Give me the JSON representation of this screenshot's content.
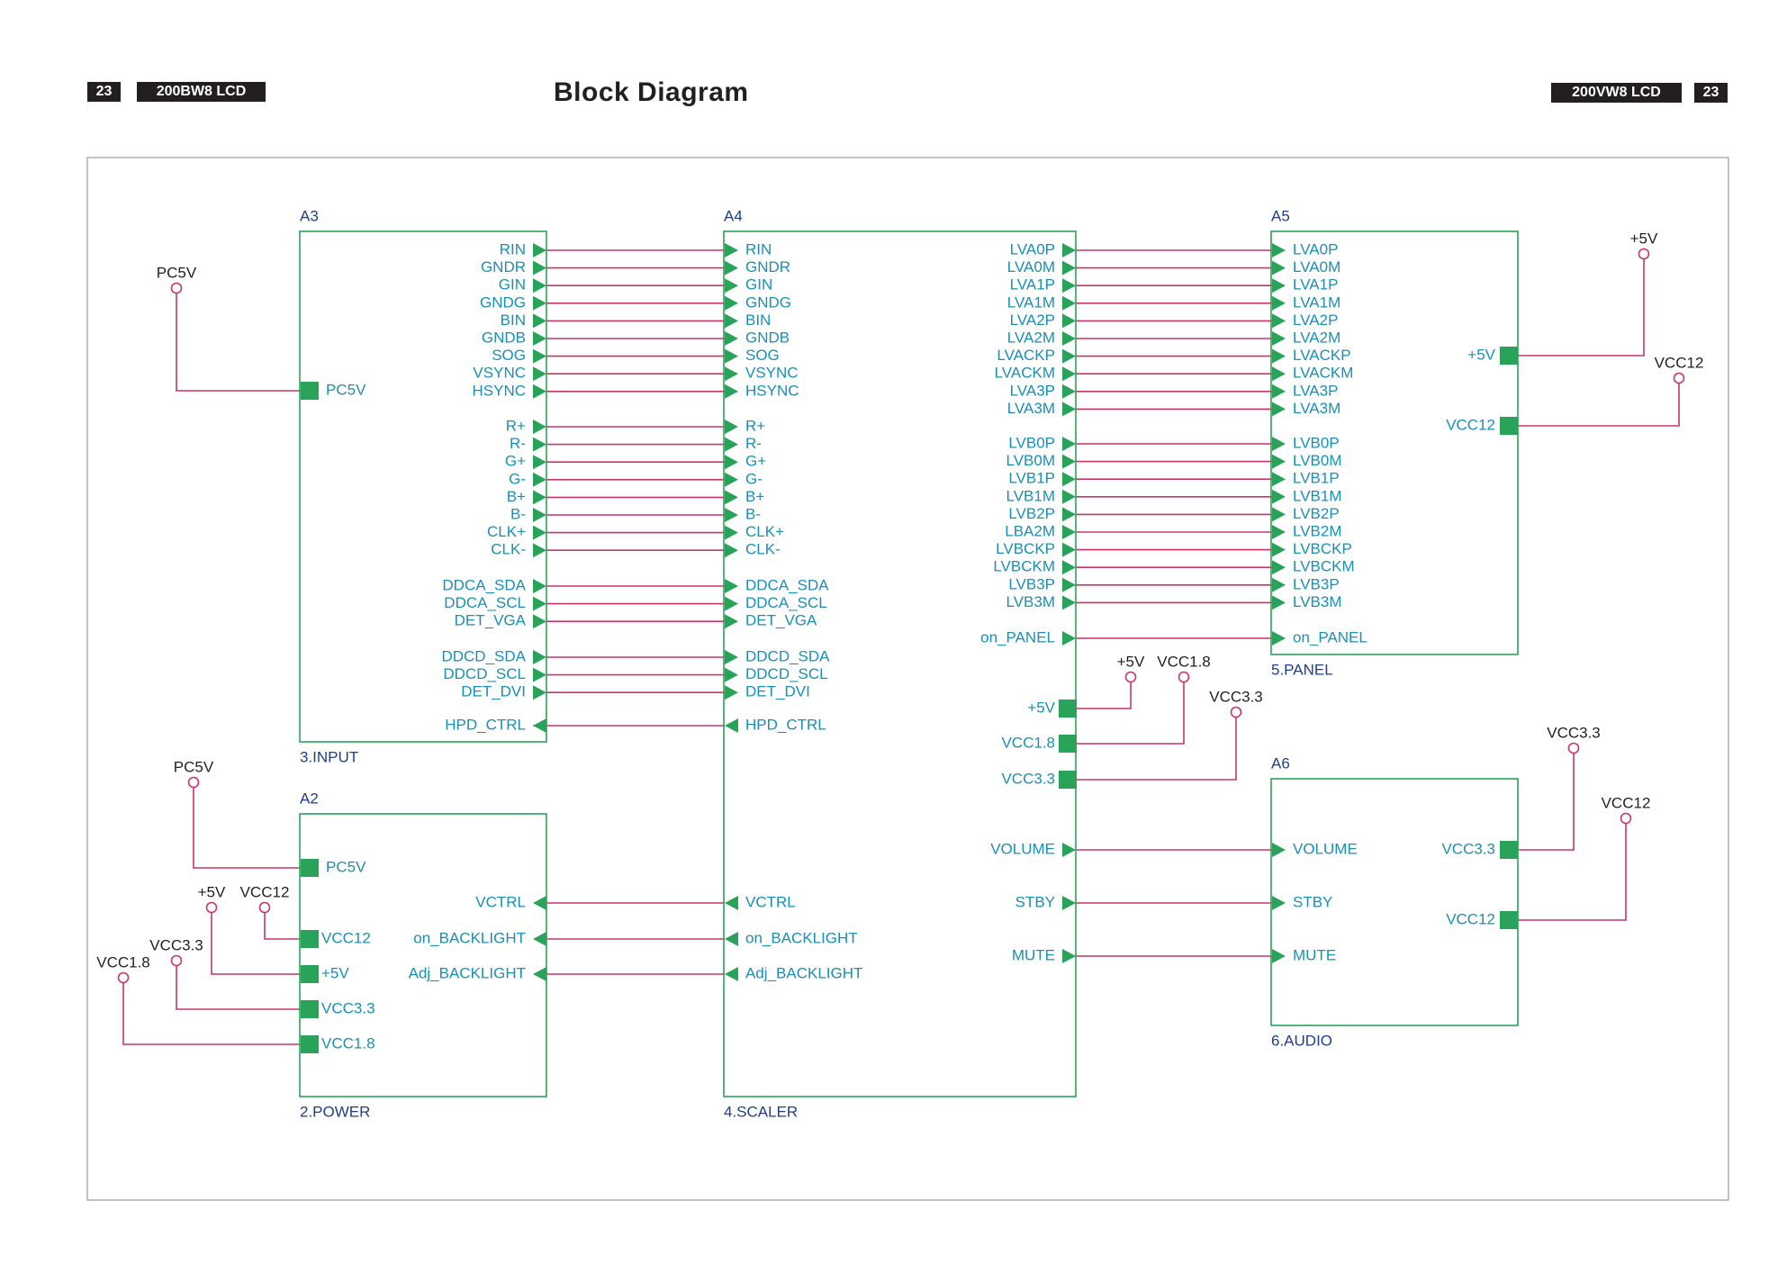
{
  "header": {
    "page_left": "23",
    "model_left": "200BW8 LCD",
    "title": "Block Diagram",
    "model_right": "200VW8 LCD",
    "page_right": "23"
  },
  "colors": {
    "pin": "#2aa35a",
    "wire": "#c8356b",
    "signal_text": "#1a8fb5",
    "block_border": "#2aa35a",
    "block_label": "#1f3d8f",
    "frame": "#999999"
  },
  "blocks": {
    "input": {
      "ref": "A3",
      "name": "3.INPUT"
    },
    "scaler": {
      "ref": "A4",
      "name": "4.SCALER"
    },
    "panel": {
      "ref": "A5",
      "name": "5.PANEL"
    },
    "power": {
      "ref": "A2",
      "name": "2.POWER"
    },
    "audio": {
      "ref": "A6",
      "name": "6.AUDIO"
    }
  },
  "input_scaler_signals": [
    "RIN",
    "GNDR",
    "GIN",
    "GNDG",
    "BIN",
    "GNDB",
    "SOG",
    "VSYNC",
    "HSYNC",
    "R+",
    "R-",
    "G+",
    "G-",
    "B+",
    "B-",
    "CLK+",
    "CLK-",
    "DDCA_SDA",
    "DDCA_SCL",
    "DET_VGA",
    "DDCD_SDA",
    "DDCD_SCL",
    "DET_DVI",
    "HPD_CTRL"
  ],
  "scaler_panel_left": [
    "LVA0P",
    "LVA0M",
    "LVA1P",
    "LVA1M",
    "LVA2P",
    "LVA2M",
    "LVACKP",
    "LVACKM",
    "LVA3P",
    "LVA3M",
    "LVB0P",
    "LVB0M",
    "LVB1P",
    "LVB1M",
    "LVB2P",
    "LBA2M",
    "LVBCKP",
    "LVBCKM",
    "LVB3P",
    "LVB3M",
    "on_PANEL"
  ],
  "scaler_panel_right": [
    "LVA0P",
    "LVA0M",
    "LVA1P",
    "LVA1M",
    "LVA2P",
    "LVA2M",
    "LVACKP",
    "LVACKM",
    "LVA3P",
    "LVA3M",
    "LVB0P",
    "LVB0M",
    "LVB1P",
    "LVB1M",
    "LVB2P",
    "LVB2M",
    "LVBCKP",
    "LVBCKM",
    "LVB3P",
    "LVB3M",
    "on_PANEL"
  ],
  "power_scaler_signals": [
    "VCTRL",
    "on_BACKLIGHT",
    "Adj_BACKLIGHT"
  ],
  "scaler_audio_signals": [
    "VOLUME",
    "STBY",
    "MUTE"
  ],
  "input_power_pin": "PC5V",
  "input_power_rail": "PC5V",
  "panel_power": [
    {
      "pin": "+5V",
      "rail": "+5V"
    },
    {
      "pin": "VCC12",
      "rail": "VCC12"
    }
  ],
  "scaler_power": [
    {
      "pin": "+5V",
      "rail": "+5V"
    },
    {
      "pin": "VCC1.8",
      "rail": "VCC1.8"
    },
    {
      "pin": "VCC3.3",
      "rail": "VCC3.3"
    }
  ],
  "audio_power": [
    {
      "pin": "VCC3.3",
      "rail": "VCC3.3"
    },
    {
      "pin": "VCC12",
      "rail": "VCC12"
    }
  ],
  "power_block_pins": [
    {
      "pin": "PC5V",
      "rail": "PC5V"
    },
    {
      "pin": "VCC12",
      "rail": "VCC12"
    },
    {
      "pin": "+5V",
      "rail": "+5V"
    },
    {
      "pin": "VCC3.3",
      "rail": "VCC3.3"
    },
    {
      "pin": "VCC1.8",
      "rail": "VCC1.8"
    }
  ]
}
